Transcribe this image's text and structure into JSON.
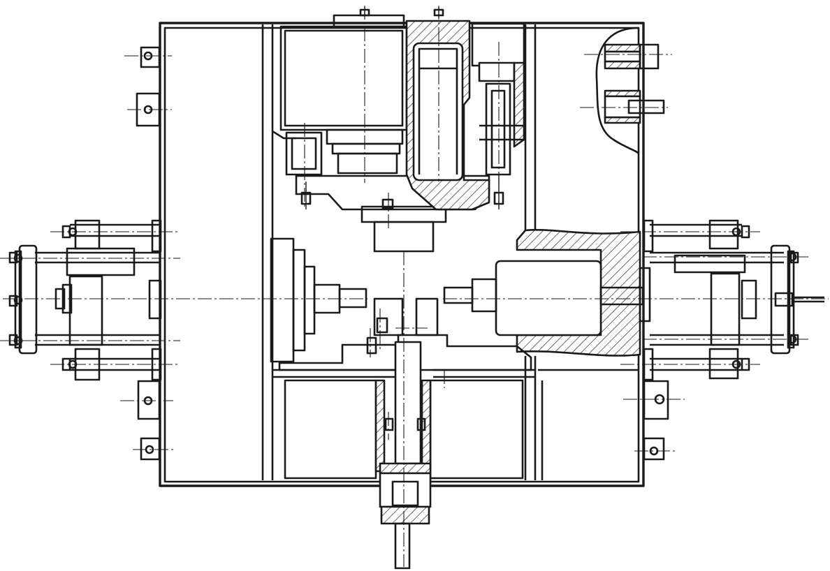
{
  "drawing": {
    "kind": "mechanical assembly section drawing",
    "colors": {
      "line": "#1a1a1a",
      "background": "#ffffff"
    },
    "components": [
      "housing-frame",
      "upper-left-block",
      "upper-gear-assembly",
      "hatched-section",
      "right-actuator",
      "left-end-plate-assembly",
      "right-end-plate-assembly",
      "lower-shaft-assembly",
      "left-shaft",
      "cutaway-detail",
      "center-lines"
    ]
  }
}
